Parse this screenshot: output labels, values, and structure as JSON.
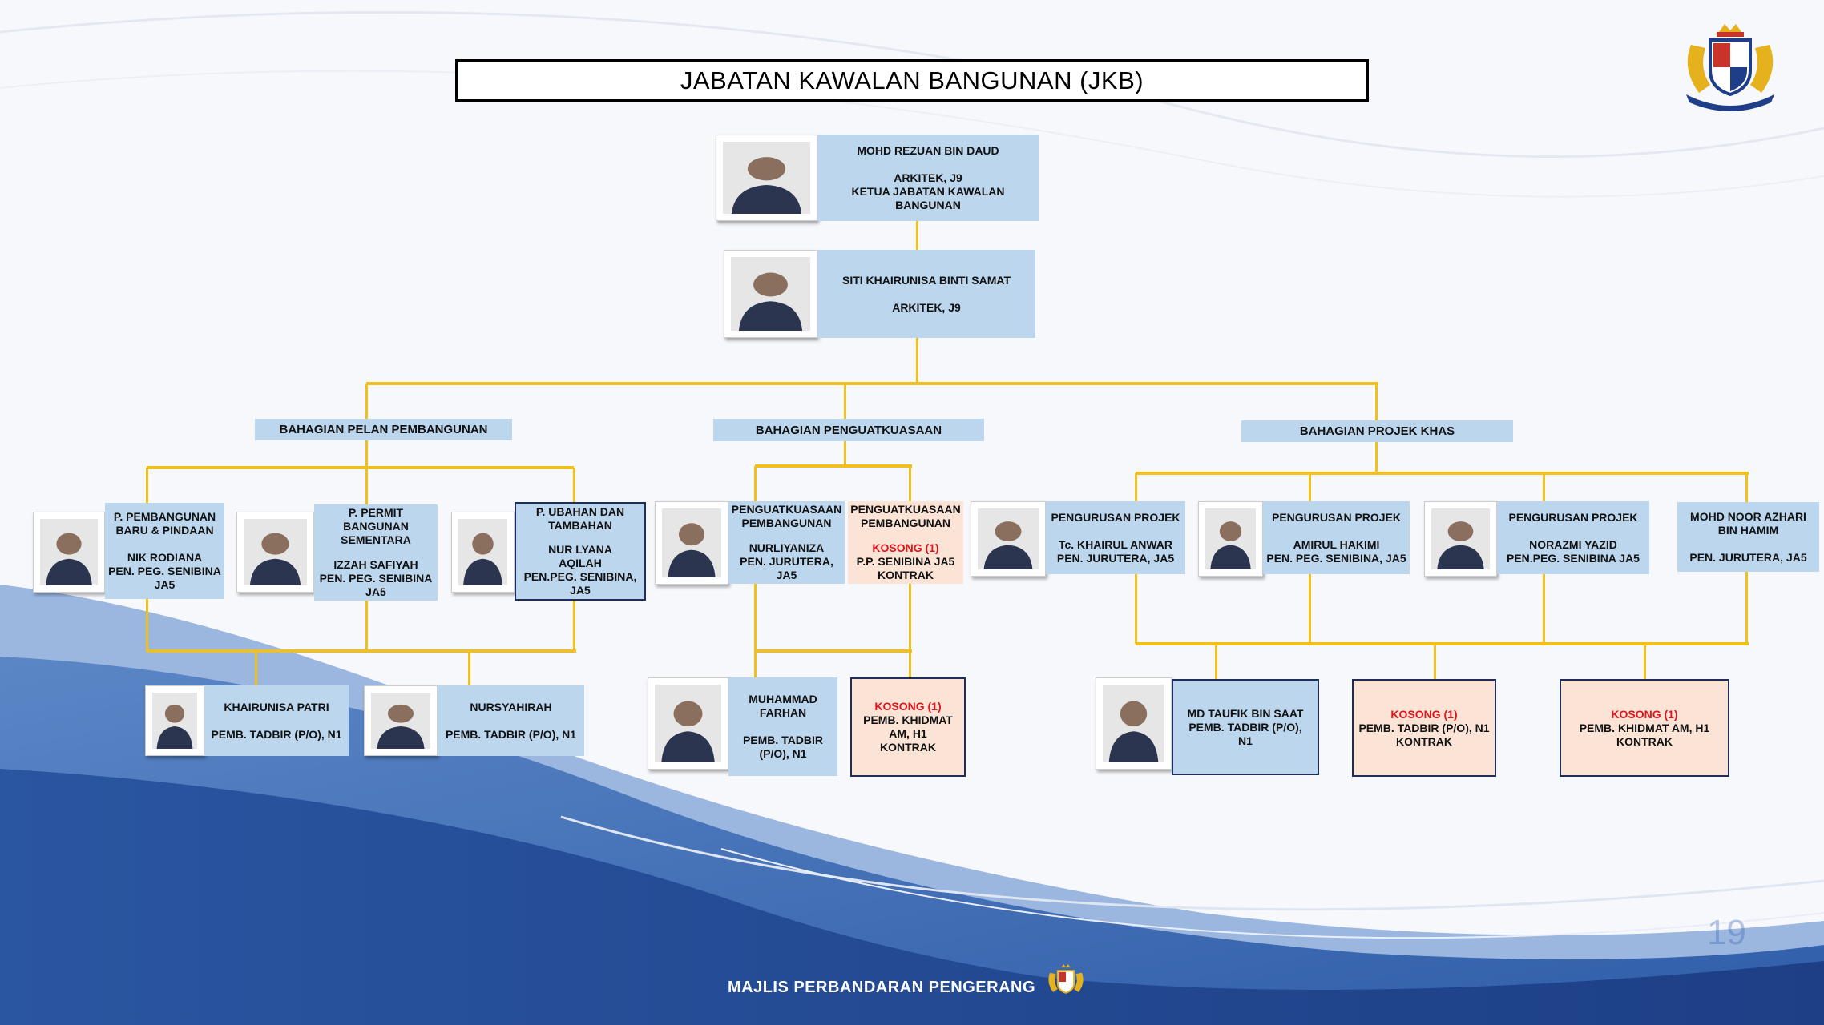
{
  "title": "JABATAN KAWALAN BANGUNAN (JKB)",
  "colors": {
    "card_blue": "#bcd6ee",
    "card_vacant": "#fbe4d6",
    "connector": "#f2c01c",
    "vacant_text": "#e0141b"
  },
  "head": {
    "lines": [
      "MOHD REZUAN BIN DAUD",
      "",
      "ARKITEK, J9",
      "KETUA JABATAN KAWALAN",
      "BANGUNAN"
    ]
  },
  "deputy": {
    "lines": [
      "SITI KHAIRUNISA BINTI SAMAT",
      "",
      "ARKITEK, J9"
    ]
  },
  "sections": [
    "BAHAGIAN PELAN PEMBANGUNAN",
    "BAHAGIAN PENGUATKUASAAN",
    "BAHAGIAN PROJEK KHAS"
  ],
  "cards": [
    {
      "id": "c1",
      "lines": [
        "P. PEMBANGUNAN",
        "BARU & PINDAAN",
        "",
        "NIK RODIANA",
        "PEN. PEG. SENIBINA",
        "JA5"
      ]
    },
    {
      "id": "c2",
      "lines": [
        "P. PERMIT BANGUNAN",
        "SEMENTARA",
        "",
        "IZZAH SAFIYAH",
        "PEN. PEG. SENIBINA",
        "JA5"
      ]
    },
    {
      "id": "c3",
      "lines": [
        "P. UBAHAN DAN",
        "TAMBAHAN",
        "",
        "NUR LYANA",
        "AQILAH",
        "PEN.PEG. SENIBINA,",
        "JA5"
      ]
    },
    {
      "id": "c4",
      "lines": [
        "KHAIRUNISA PATRI",
        "",
        "PEMB. TADBIR (P/O), N1"
      ]
    },
    {
      "id": "c5",
      "lines": [
        "NURSYAHIRAH",
        "",
        "PEMB. TADBIR (P/O), N1"
      ]
    },
    {
      "id": "c6",
      "lines": [
        "PENGUATKUASAAN",
        "PEMBANGUNAN",
        "",
        "NURLIYANIZA",
        "PEN. JURUTERA, JA5"
      ]
    },
    {
      "id": "c7",
      "lines": [
        "PENGUATKUASAAN",
        "PEMBANGUNAN",
        "",
        "KOSONG (1)",
        "P.P. SENIBINA JA5",
        "KONTRAK"
      ],
      "vacant": true
    },
    {
      "id": "c8",
      "lines": [
        "MUHAMMAD",
        "FARHAN",
        "",
        "PEMB. TADBIR",
        "(P/O), N1"
      ]
    },
    {
      "id": "c9",
      "lines": [
        "KOSONG (1)",
        "PEMB. KHIDMAT",
        "AM, H1",
        "KONTRAK"
      ],
      "vacant": true
    },
    {
      "id": "c10",
      "lines": [
        "PENGURUSAN PROJEK",
        "",
        "Tc. KHAIRUL ANWAR",
        "PEN. JURUTERA, JA5"
      ]
    },
    {
      "id": "c11",
      "lines": [
        "PENGURUSAN PROJEK",
        "",
        "AMIRUL HAKIMI",
        "PEN. PEG. SENIBINA, JA5"
      ]
    },
    {
      "id": "c12",
      "lines": [
        "PENGURUSAN PROJEK",
        "",
        "NORAZMI YAZID",
        "PEN.PEG. SENIBINA JA5"
      ]
    },
    {
      "id": "c13",
      "lines": [
        "MOHD NOOR AZHARI",
        "BIN HAMIM",
        "",
        "PEN. JURUTERA, JA5"
      ]
    },
    {
      "id": "c14",
      "lines": [
        "MD TAUFIK BIN SAAT",
        "PEMB. TADBIR (P/O),",
        "N1"
      ]
    },
    {
      "id": "c15",
      "lines": [
        "KOSONG (1)",
        "PEMB. TADBIR (P/O), N1",
        "KONTRAK"
      ],
      "vacant": true
    },
    {
      "id": "c16",
      "lines": [
        "KOSONG (1)",
        "PEMB. KHIDMAT AM, H1",
        "KONTRAK"
      ],
      "vacant": true
    }
  ],
  "vacant_marker": "KOSONG (1)",
  "footer": "MAJLIS PERBANDARAN PENGERANG",
  "page_number": "19"
}
